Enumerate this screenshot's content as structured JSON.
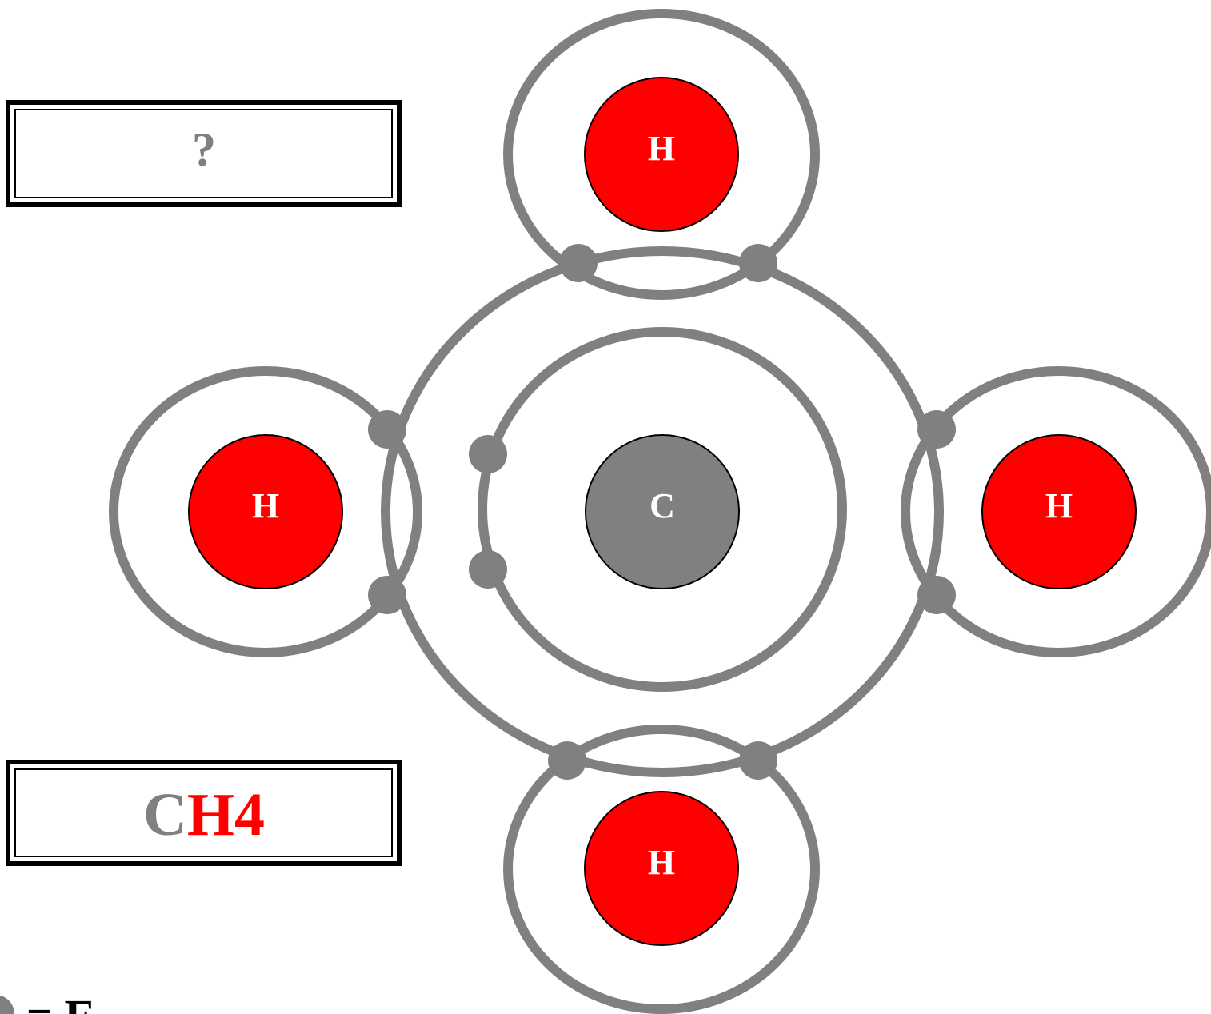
{
  "question_box": {
    "text": "?"
  },
  "formula_box": {
    "part_carbon": "C",
    "part_hydrogen": "H4"
  },
  "atoms": {
    "carbon": {
      "symbol": "C"
    },
    "hydrogen_top": {
      "symbol": "H"
    },
    "hydrogen_left": {
      "symbol": "H"
    },
    "hydrogen_right": {
      "symbol": "H"
    },
    "hydrogen_bottom": {
      "symbol": "H"
    }
  },
  "legend": {
    "text": "= E"
  },
  "colors": {
    "hydrogen": "#ff0000",
    "carbon": "#808080",
    "shell": "#808080",
    "electron": "#808080",
    "formula_carbon": "#808080",
    "formula_hydrogen": "#ff0000"
  }
}
